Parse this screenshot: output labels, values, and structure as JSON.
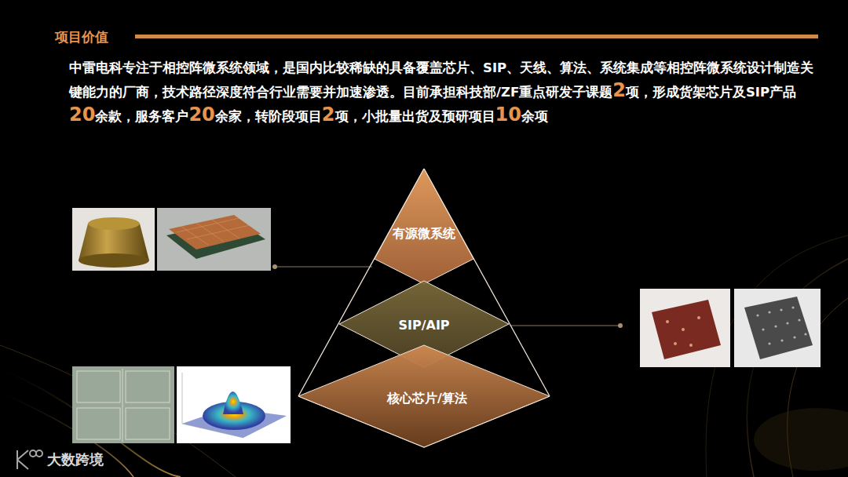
{
  "diagram": {
    "title": "项目价值",
    "nodes": [
      {
        "text": [
          "有源微系统"
        ]
      },
      {
        "text": [
          "SIP/AIP"
        ]
      },
      {
        "text": [
          "核心芯片/算法"
        ]
      }
    ],
    "labels": [
      "中雷电科专注于相控阵微系统领域，是国内比较稀缺的具备覆盖芯片、SIP、天线、算法、系统集成等相控阵微系统设计制造关键能力的厂商，技术路径深度符合行业需要并加速渗透。目前承担科技部/ZF重点研发子课题2项，形成货架芯片及SIP产品20余款，服务客户20余家，转阶段项目2项，小批量出货及预研项目10余项",
      "大数跨境"
    ]
  }
}
